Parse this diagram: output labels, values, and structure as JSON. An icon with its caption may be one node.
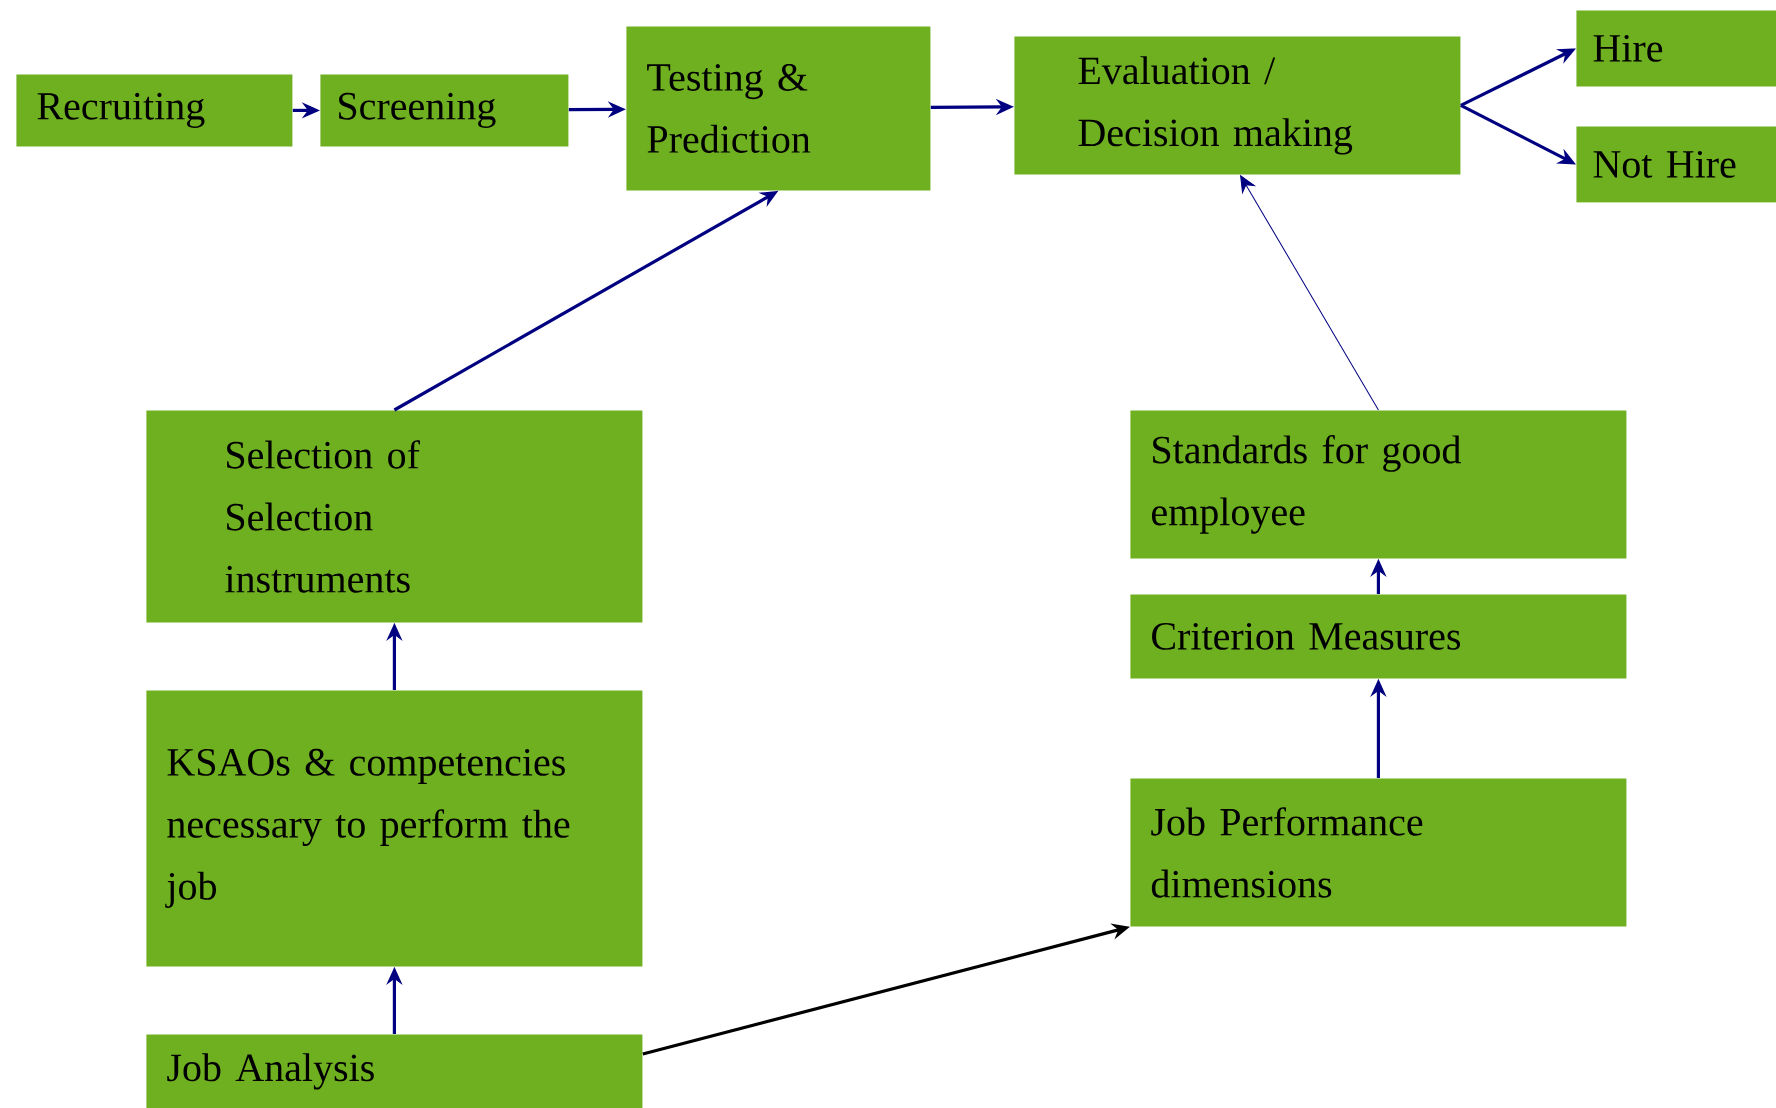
{
  "diagram": {
    "nodes": [
      {
        "text": [
          "Recruiting"
        ]
      },
      {
        "text": [
          "Screening"
        ]
      },
      {
        "text": [
          "Testing & Prediction"
        ]
      },
      {
        "text": [
          "Evaluation / Decision making"
        ]
      },
      {
        "text": [
          "Hire"
        ]
      },
      {
        "text": [
          "Not Hire"
        ]
      },
      {
        "text": [
          "Selection of Selection instruments"
        ]
      },
      {
        "text": [
          "KSAOs & competencies necessary to perform the job"
        ]
      },
      {
        "text": [
          "Job Analysis"
        ]
      },
      {
        "text": [
          "Standards for good employee"
        ]
      },
      {
        "text": [
          "Criterion Measures"
        ]
      },
      {
        "text": [
          "Job Performance dimensions"
        ]
      }
    ],
    "edges": [
      {
        "from": 0,
        "to": 1,
        "arrow": "to"
      },
      {
        "from": 1,
        "to": 2,
        "arrow": "to"
      },
      {
        "from": 2,
        "to": 3,
        "arrow": "to"
      },
      {
        "from": 3,
        "to": 4,
        "arrow": "to"
      },
      {
        "from": 3,
        "to": 5,
        "arrow": "to"
      },
      {
        "from": 6,
        "to": 2,
        "arrow": "to"
      },
      {
        "from": 7,
        "to": 6,
        "arrow": "to"
      },
      {
        "from": 8,
        "to": 7,
        "arrow": "to"
      },
      {
        "from": 8,
        "to": 11,
        "arrow": "to",
        "color": "#000000"
      },
      {
        "from": 11,
        "to": 10,
        "arrow": "to"
      },
      {
        "from": 10,
        "to": 9,
        "arrow": "to"
      },
      {
        "from": 9,
        "to": 3,
        "arrow": "to"
      }
    ]
  }
}
